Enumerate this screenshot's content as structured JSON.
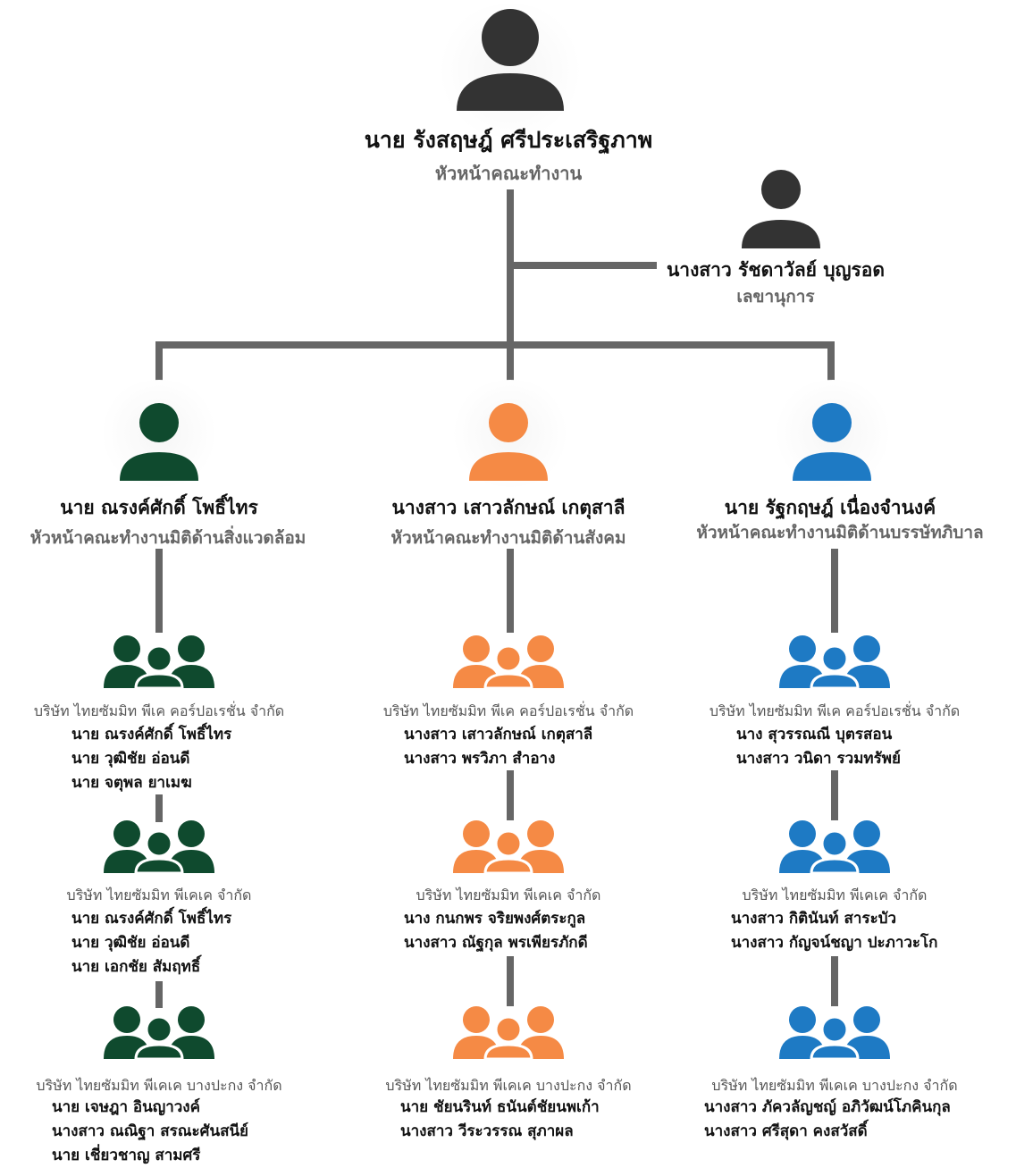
{
  "colors": {
    "line": "#666666",
    "head": "#333333",
    "environment": "#0f4a2e",
    "social": "#f58a45",
    "governance": "#1e7ac4"
  },
  "head": {
    "name": "นาย รังสฤษฎ์ ศรีประเสริฐภาพ",
    "role": "หัวหน้าคณะทำงาน"
  },
  "secretary": {
    "name": "นางสาว รัชดาวัลย์ บุญรอด",
    "role": "เลขานุการ"
  },
  "pillars": [
    {
      "name": "นาย ณรงค์ศักดิ์ โพธิ์ไทร",
      "role": "หัวหน้าคณะทำงานมิติด้านสิ่งแวดล้อม",
      "color": "environment",
      "groups": [
        {
          "company": "บริษัท ไทยซัมมิท พีเค คอร์ปอเรชั่น จำกัด",
          "members": [
            "นาย ณรงค์ศักดิ์ โพธิ์ไทร",
            "นาย วุฒิชัย อ่อนดี",
            "นาย จตุพล ยาเมฆ"
          ]
        },
        {
          "company": "บริษัท ไทยซัมมิท พีเคเค จำกัด",
          "members": [
            "นาย ณรงค์ศักดิ์ โพธิ์ไทร",
            "นาย วุฒิชัย อ่อนดี",
            "นาย เอกชัย สัมฤทธิ์"
          ]
        },
        {
          "company": "บริษัท ไทยซัมมิท พีเคเค บางปะกง จำกัด",
          "members": [
            "นาย เจษฎา อินญาวงค์",
            "นางสาว ณณิฐา สรณะศันสนีย์",
            "นาย เชี่ยวชาญ สามศรี"
          ]
        }
      ]
    },
    {
      "name": "นางสาว เสาวลักษณ์ เกตุสาลี",
      "role": "หัวหน้าคณะทำงานมิติด้านสังคม",
      "color": "social",
      "groups": [
        {
          "company": "บริษัท ไทยซัมมิท พีเค คอร์ปอเรชั่น จำกัด",
          "members": [
            "นางสาว เสาวลักษณ์ เกตุสาลี",
            "นางสาว พรวิภา สำอาง"
          ]
        },
        {
          "company": "บริษัท ไทยซัมมิท พีเคเค จำกัด",
          "members": [
            "นาง กนกพร จริยพงศ์ตระกูล",
            "นางสาว ณัฐกุล พรเพียรภักดี"
          ]
        },
        {
          "company": "บริษัท ไทยซัมมิท พีเคเค บางปะกง จำกัด",
          "members": [
            "นาย ชัยนรินท์ ธนันต์ชัยนพเก้า",
            "นางสาว วีระวรรณ สุภาผล"
          ]
        }
      ]
    },
    {
      "name": "นาย รัฐกฤษฎ์ เนื่องจำนงค์",
      "role": "หัวหน้าคณะทำงานมิติด้านบรรษัทภิบาล",
      "color": "governance",
      "groups": [
        {
          "company": "บริษัท ไทยซัมมิท พีเค คอร์ปอเรชั่น จำกัด",
          "members": [
            "นาง สุวรรณณี บุตรสอน",
            "นางสาว วนิดา รวมทรัพย์"
          ]
        },
        {
          "company": "บริษัท ไทยซัมมิท พีเคเค จำกัด",
          "members": [
            "นางสาว กิตินันท์ สาระบัว",
            "นางสาว กัญจน์ชญา ปะภาวะโก"
          ]
        },
        {
          "company": "บริษัท ไทยซัมมิท พีเคเค บางปะกง จำกัด",
          "members": [
            "นางสาว ภัควลัญชญ์ อภิวัฒน์โภคินกุล",
            "นางสาว ศรีสุดา คงสวัสดิ์"
          ]
        }
      ]
    }
  ]
}
